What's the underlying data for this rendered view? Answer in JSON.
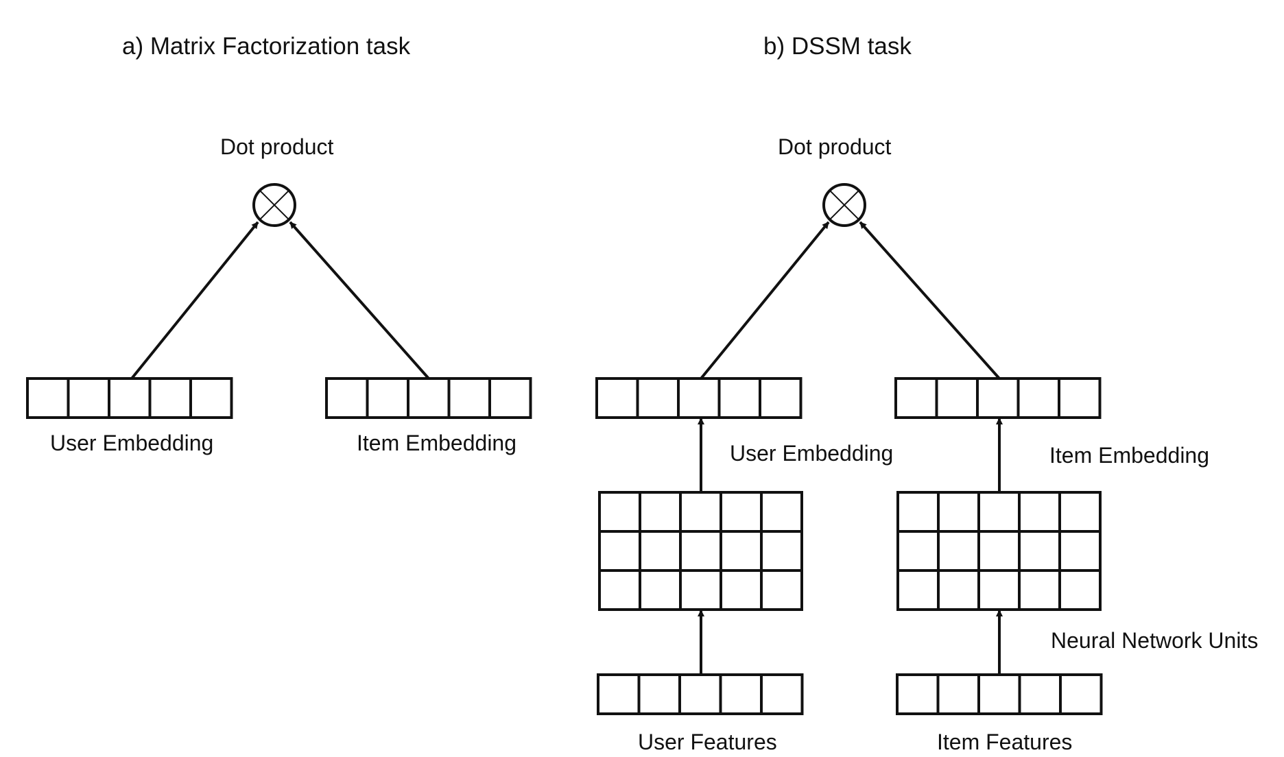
{
  "panel_a": {
    "title": "a) Matrix Factorization task",
    "dot_label": "Dot product",
    "user_label": "User Embedding",
    "item_label": "Item Embedding"
  },
  "panel_b": {
    "title": "b) DSSM task",
    "dot_label": "Dot product",
    "user_embedding_label": "User Embedding",
    "item_embedding_label": "Item Embedding",
    "nn_label": "Neural Network Units",
    "user_features_label": "User Features",
    "item_features_label": "Item Features"
  },
  "colors": {
    "stroke": "#111111",
    "background": "#ffffff"
  },
  "icons": {
    "dot_product": "circle-times-icon"
  }
}
